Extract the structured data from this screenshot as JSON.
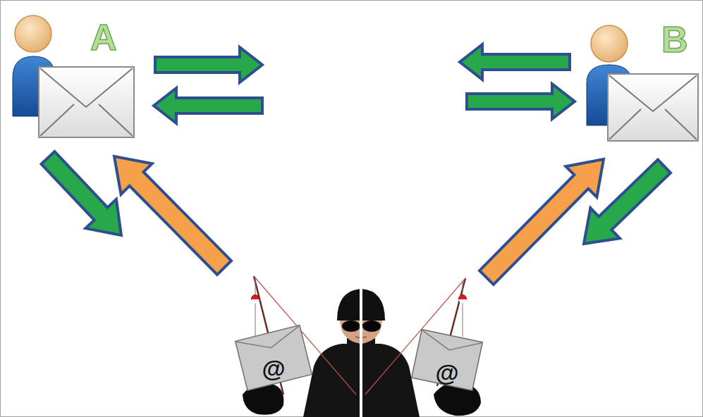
{
  "diagram": {
    "nodes": [
      {
        "text": [
          "A"
        ]
      },
      {
        "text": [
          "B"
        ]
      },
      {
        "text": [
          "@"
        ]
      },
      {
        "text": [
          "@"
        ]
      }
    ],
    "edges": [
      {
        "from": 0,
        "to": 1,
        "arrow": "to"
      },
      {
        "from": 1,
        "to": 0,
        "arrow": "to"
      },
      {
        "from": 0,
        "to": 2,
        "arrow": "to"
      },
      {
        "from": 2,
        "to": 0,
        "arrow": "to"
      },
      {
        "from": 1,
        "to": 3,
        "arrow": "to"
      },
      {
        "from": 3,
        "to": 1,
        "arrow": "to"
      }
    ]
  }
}
